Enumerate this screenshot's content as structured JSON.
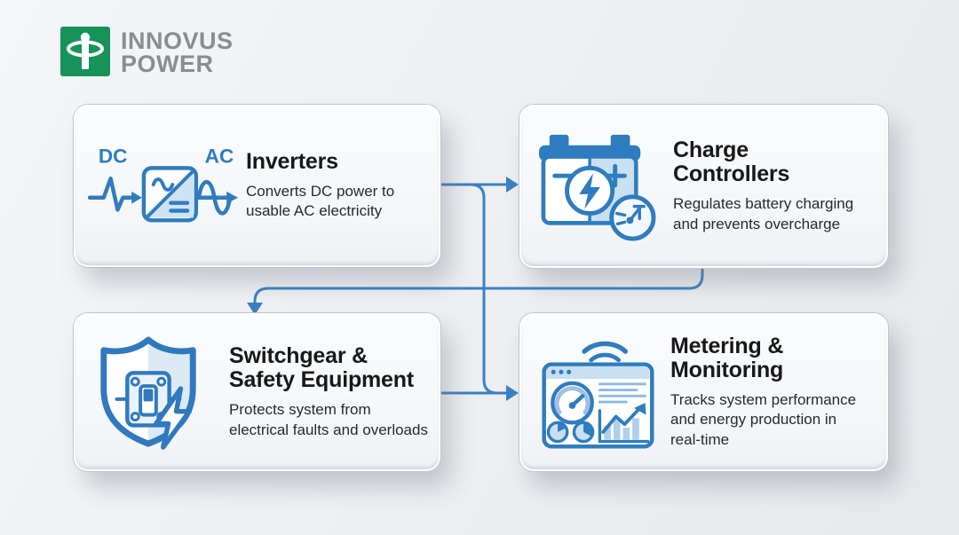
{
  "brand": {
    "line1": "INNOVUS",
    "line2": "POWER"
  },
  "colors": {
    "accent_blue": "#2F7CBF",
    "light_blue_fill": "#C9DFF2",
    "connector_blue": "#3B80C2",
    "logo_green": "#17935A",
    "brand_gray": "#8A8D90",
    "title_text": "#17181A",
    "body_text": "#28292B"
  },
  "cards": [
    {
      "id": "inverters",
      "title": "Inverters",
      "description": "Converts DC power to usable AC electricity",
      "icon": "dc-ac-inverter-icon",
      "labels": {
        "dc": "DC",
        "ac": "AC"
      }
    },
    {
      "id": "charge-controllers",
      "title": "Charge Controllers",
      "description": "Regulates battery charging and prevents overcharge",
      "icon": "battery-charge-icon"
    },
    {
      "id": "switchgear-safety",
      "title": "Switchgear & Safety Equipment",
      "description": "Protects system from electrical faults and overloads",
      "icon": "shield-switch-icon"
    },
    {
      "id": "metering-monitoring",
      "title": "Metering & Monitoring",
      "description": "Tracks system performance and energy production in real-time",
      "icon": "dashboard-monitor-icon"
    }
  ],
  "connections": [
    {
      "from": "inverters",
      "to": "charge-controllers"
    },
    {
      "from": "inverters",
      "to": "metering-monitoring"
    },
    {
      "from": "charge-controllers",
      "to": "switchgear-safety"
    },
    {
      "from": "switchgear-safety",
      "to": "metering-monitoring"
    }
  ]
}
